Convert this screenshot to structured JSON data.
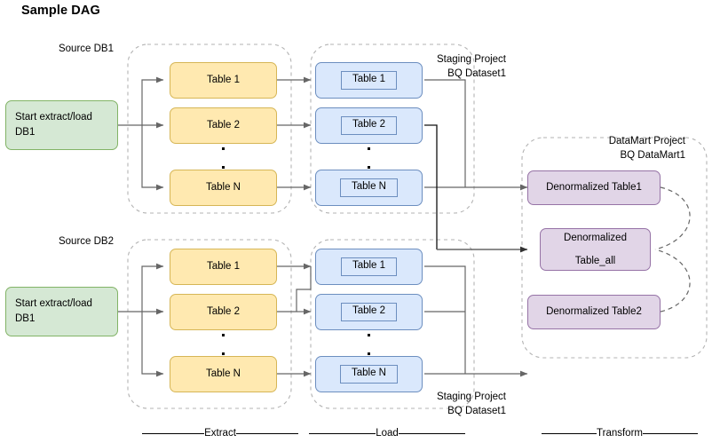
{
  "title": "Sample DAG",
  "sources": [
    {
      "group_label": "Source DB1",
      "start_label": "Start extract/load\nDB1"
    },
    {
      "group_label": "Source DB2",
      "start_label": "Start extract/load\nDB1"
    }
  ],
  "extract": {
    "tables": [
      "Table 1",
      "Table 2",
      "Table N"
    ],
    "ellipsis": "dots"
  },
  "load": {
    "tables": [
      "Table 1",
      "Table 2",
      "Table N"
    ],
    "group_label_top": "Staging Project\nBQ Dataset1",
    "group_label_bottom": "Staging Project\nBQ Dataset1"
  },
  "transform": {
    "group_label": "DataMart Project\nBQ DataMart1",
    "tables": [
      "Denormalized Table1",
      "Denormalized\nTable_all",
      "Denormalized Table2"
    ],
    "table_all_lines": [
      "Denormalized",
      "Table_all"
    ]
  },
  "phases": [
    {
      "label": "Extract"
    },
    {
      "label": "Load"
    },
    {
      "label": "Transform"
    }
  ],
  "colors": {
    "green_fill": "#d5e8d4",
    "green_stroke": "#82b366",
    "yellow_fill": "#ffe9b0",
    "yellow_stroke": "#d6b656",
    "blue_fill": "#dae8fc",
    "blue_stroke": "#6c8ebf",
    "purple_fill": "#e1d5e7",
    "purple_stroke": "#9673a6",
    "arrow": "#666666",
    "arrow_dark": "#4d4d4d",
    "container_dash": "#b3b3b3",
    "text": "#000000"
  }
}
